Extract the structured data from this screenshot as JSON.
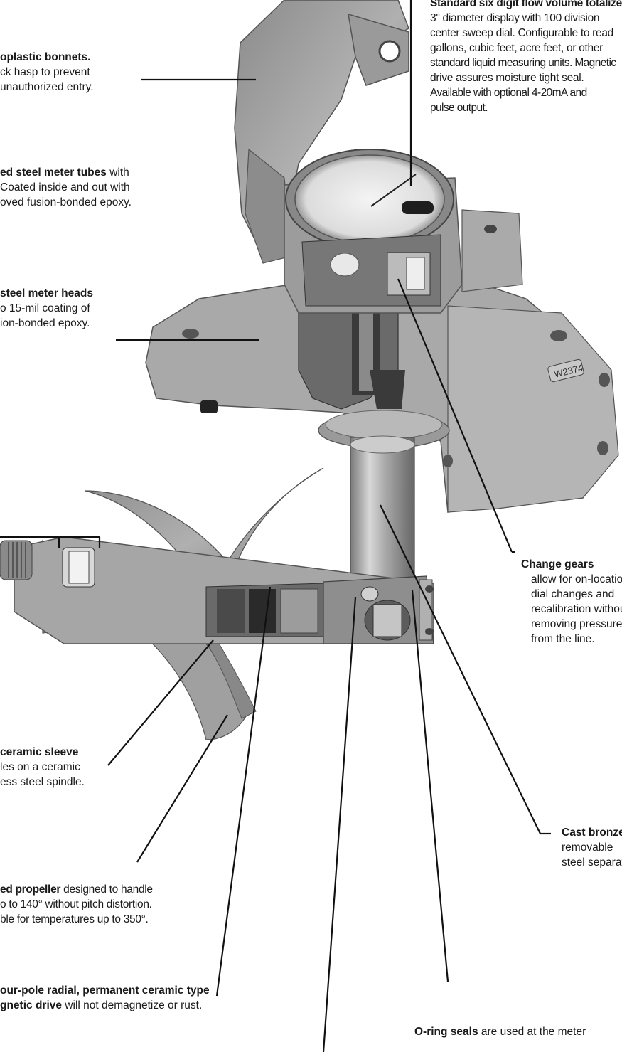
{
  "callouts": {
    "display": {
      "line1": "Standard six digit flow volume totalizer",
      "line2": "3\" diameter display with 100 division",
      "line3": "center sweep dial. Configurable to read",
      "line4": "gallons, cubic feet, acre feet, or other",
      "line5": "standard liquid measuring units. Magnetic",
      "line6": "drive assures moisture tight seal.",
      "line7": "Available with optional 4-20mA and",
      "line8": "pulse output."
    },
    "bonnets": {
      "bold": "oplastic bonnets.",
      "line2": "ck hasp to prevent",
      "line3": "unauthorized entry."
    },
    "tubes": {
      "bold": "ed steel meter tubes",
      "rest": " with",
      "line2": "Coated inside and out with",
      "line3": "oved fusion-bonded epoxy."
    },
    "heads": {
      "bold": "steel meter heads",
      "line2": "o 15-mil coating of",
      "line3": "ion-bonded epoxy."
    },
    "gears": {
      "bold": "Change gears",
      "line2": "allow for on-location",
      "line3": "dial changes and",
      "line4": "recalibration without",
      "line5": "removing pressure",
      "line6": "from the line."
    },
    "sleeve": {
      "bold": "ceramic sleeve",
      "line2": "les on a ceramic",
      "line3": "ess steel spindle."
    },
    "bronze": {
      "bold": "Cast bronze",
      "line2": "removable",
      "line3": "steel separator"
    },
    "propeller": {
      "bold": "ed propeller",
      "rest": " designed to handle",
      "line2": "o to 140° without pitch distortion.",
      "line3": "ble for temperatures up to 350°."
    },
    "drive": {
      "bold": "our-pole radial, permanent ceramic type",
      "line2bold": "gnetic drive",
      "line2rest": " will not demagnetize or rust."
    },
    "oring": {
      "bold": "O-ring seals",
      "rest": " are used at the meter"
    }
  },
  "meter_label": "W2374"
}
